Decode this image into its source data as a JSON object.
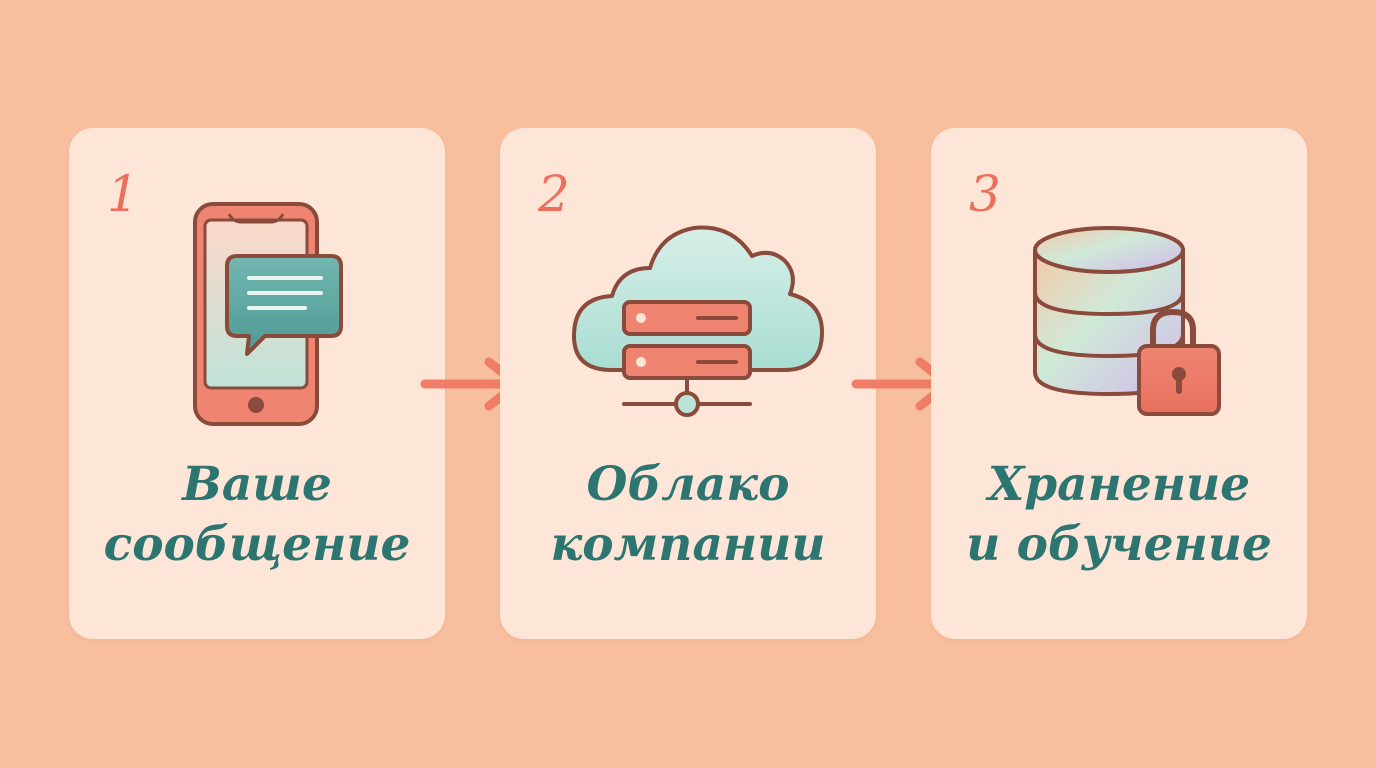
{
  "steps": [
    {
      "number": "1",
      "label_line1": "Ваше",
      "label_line2": "сообщение",
      "icon": "phone-message-icon"
    },
    {
      "number": "2",
      "label_line1": "Облако",
      "label_line2": "компании",
      "icon": "cloud-server-icon"
    },
    {
      "number": "3",
      "label_line1": "Хранение",
      "label_line2": "и обучение",
      "icon": "database-lock-icon"
    }
  ],
  "arrows": [
    "arrow-right-icon",
    "arrow-right-icon"
  ],
  "colors": {
    "background": "#f8bf9f",
    "card": "#fde6d8",
    "number": "#ec6f5c",
    "label": "#2c7570",
    "outline": "#8a4a3c",
    "accent_red": "#ef7d67",
    "accent_teal": "#5aa7a0"
  }
}
